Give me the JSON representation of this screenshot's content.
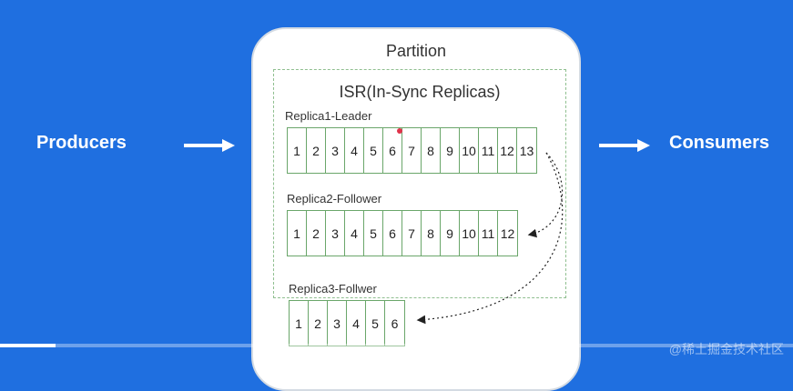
{
  "producers_label": "Producers",
  "consumers_label": "Consumers",
  "partition": {
    "title": "Partition",
    "isr_title": "ISR(In-Sync Replicas)",
    "replicas": [
      {
        "label": "Replica1-Leader",
        "cells": [
          "1",
          "2",
          "3",
          "4",
          "5",
          "6",
          "7",
          "8",
          "9",
          "10",
          "11",
          "12",
          "13"
        ]
      },
      {
        "label": "Replica2-Follower",
        "cells": [
          "1",
          "2",
          "3",
          "4",
          "5",
          "6",
          "7",
          "8",
          "9",
          "10",
          "11",
          "12"
        ]
      },
      {
        "label": "Replica3-Follwer",
        "cells": [
          "1",
          "2",
          "3",
          "4",
          "5",
          "6"
        ]
      }
    ]
  },
  "video_progress": 0.07,
  "watermark": "@稀土掘金技术社区",
  "colors": {
    "background": "#1f6fe0",
    "log_border": "#6aa66a",
    "marker": "#e0334a"
  }
}
